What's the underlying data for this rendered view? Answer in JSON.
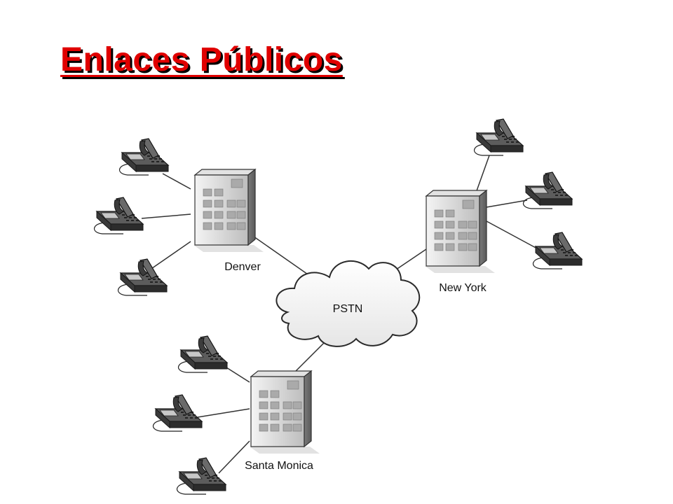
{
  "slide": {
    "title": "Enlaces Públicos"
  },
  "diagram": {
    "cloud_label": "PSTN",
    "sites": [
      {
        "key": "denver",
        "label": "Denver",
        "phones": 3
      },
      {
        "key": "new_york",
        "label": "New York",
        "phones": 3
      },
      {
        "key": "santa_monica",
        "label": "Santa Monica",
        "phones": 3
      }
    ]
  },
  "colors": {
    "title": "#e00000",
    "title_shadow": "#000000",
    "line": "#333333"
  }
}
